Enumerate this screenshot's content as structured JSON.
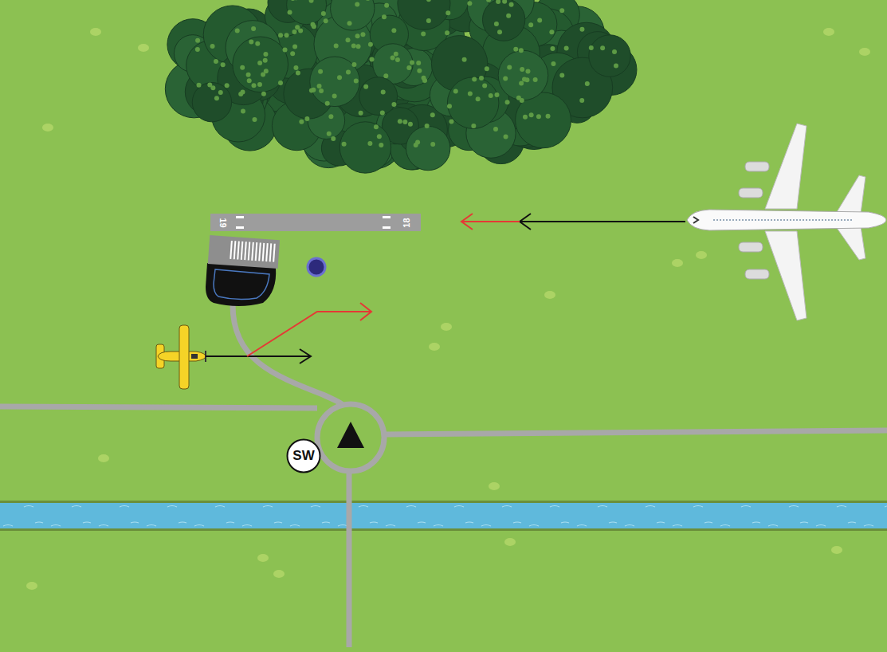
{
  "diagram": {
    "nodes": [
      {
        "text": [
          "SW"
        ]
      }
    ],
    "labels": [
      "19",
      "18"
    ]
  }
}
